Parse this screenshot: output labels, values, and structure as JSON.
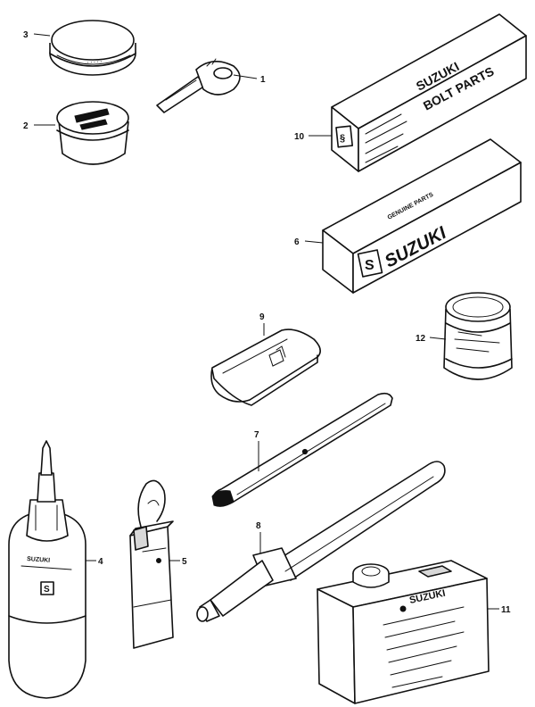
{
  "callouts": {
    "key": "1",
    "grease_jar": "2",
    "cap": "3",
    "oil_bottle": "4",
    "touch_up_tube": "5",
    "parts_box_large": "6",
    "tire_lever": "7",
    "grease_gun": "8",
    "patch_kit": "9",
    "parts_box_small": "10",
    "oil_can": "11",
    "paint_tin": "12"
  },
  "printed": {
    "box_large_brand": "SUZUKI",
    "box_large_logo": "S",
    "box_small_brand": "SUZUKI",
    "box_small_tagline": "BOLT PARTS",
    "oil_can_brand": "SUZUKI",
    "oil_bottle_brand": "SUZUKI",
    "oil_bottle_logo": "S",
    "box_large_top": "GENUINE PARTS"
  },
  "icons": {
    "logo": "suzuki-s-logo-icon"
  },
  "colors": {
    "ink": "#111111",
    "paper": "#ffffff"
  }
}
